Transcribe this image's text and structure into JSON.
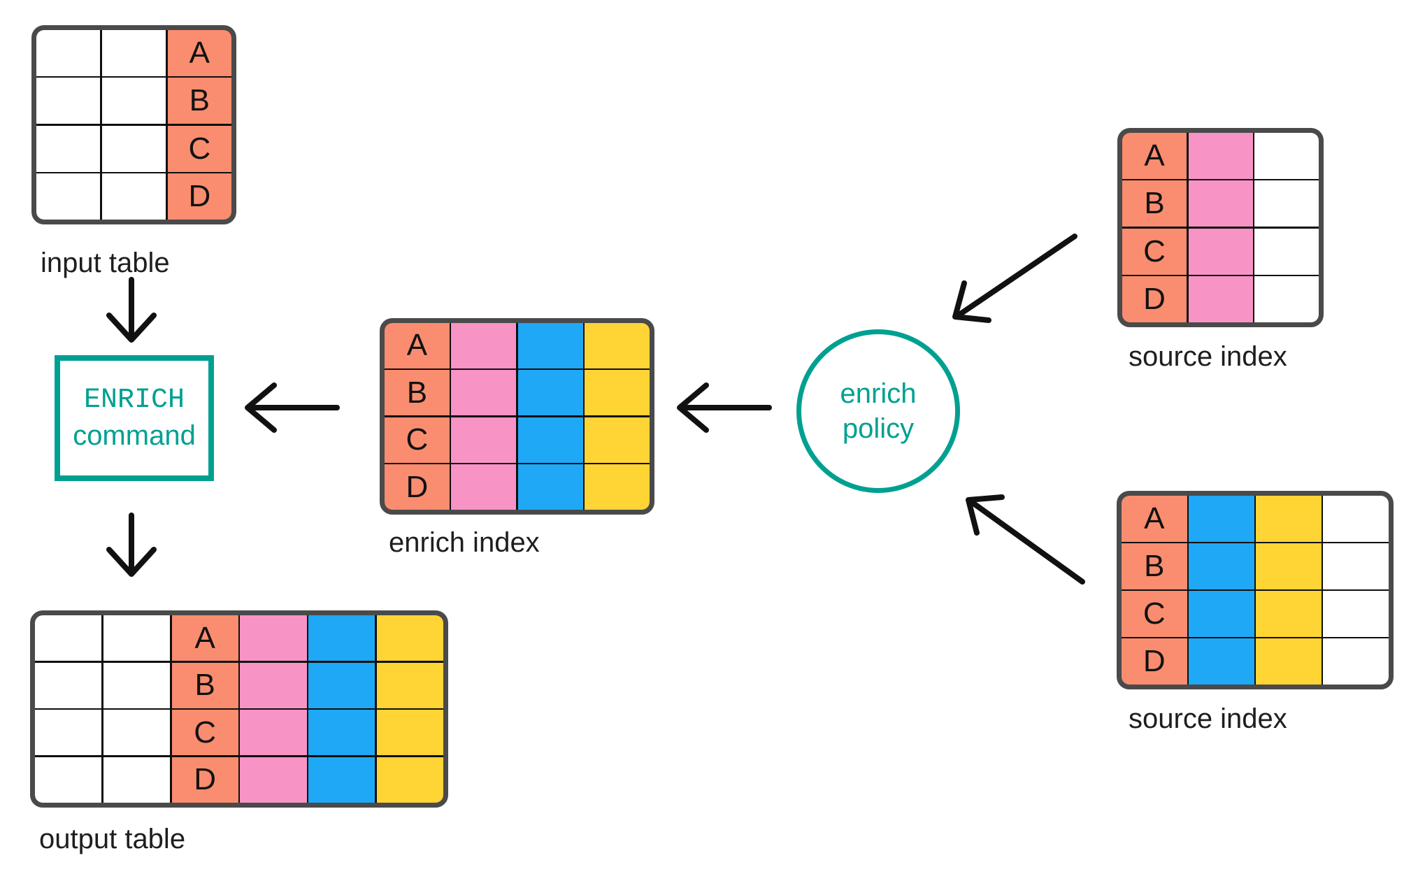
{
  "palette": {
    "salmon": "#FA8D6F",
    "pink": "#F893C6",
    "blue": "#1FA8F5",
    "yellow": "#FFD435",
    "white": "#FFFFFF",
    "teal": "#00A091",
    "table_outline": "#4A4A4A",
    "grid_line": "#0F0F0F",
    "label_text": "#1E1E1E",
    "arrow": "#111111"
  },
  "tables": {
    "input": {
      "label": "input table",
      "rows": [
        "A",
        "B",
        "C",
        "D"
      ],
      "columns": [
        "white",
        "white",
        "salmon"
      ],
      "key_column": 2
    },
    "enrich_index": {
      "label": "enrich index",
      "rows": [
        "A",
        "B",
        "C",
        "D"
      ],
      "columns": [
        "salmon",
        "pink",
        "blue",
        "yellow"
      ],
      "key_column": 0
    },
    "source_top": {
      "label": "source index",
      "rows": [
        "A",
        "B",
        "C",
        "D"
      ],
      "columns": [
        "salmon",
        "pink",
        "white"
      ],
      "key_column": 0
    },
    "source_bottom": {
      "label": "source index",
      "rows": [
        "A",
        "B",
        "C",
        "D"
      ],
      "columns": [
        "salmon",
        "blue",
        "yellow",
        "white"
      ],
      "key_column": 0
    },
    "output": {
      "label": "output table",
      "rows": [
        "A",
        "B",
        "C",
        "D"
      ],
      "columns": [
        "white",
        "white",
        "salmon",
        "pink",
        "blue",
        "yellow"
      ],
      "key_column": 2
    }
  },
  "enrich_command": {
    "line1": "ENRICH",
    "line2": "command"
  },
  "enrich_policy": {
    "line1": "enrich",
    "line2": "policy"
  }
}
